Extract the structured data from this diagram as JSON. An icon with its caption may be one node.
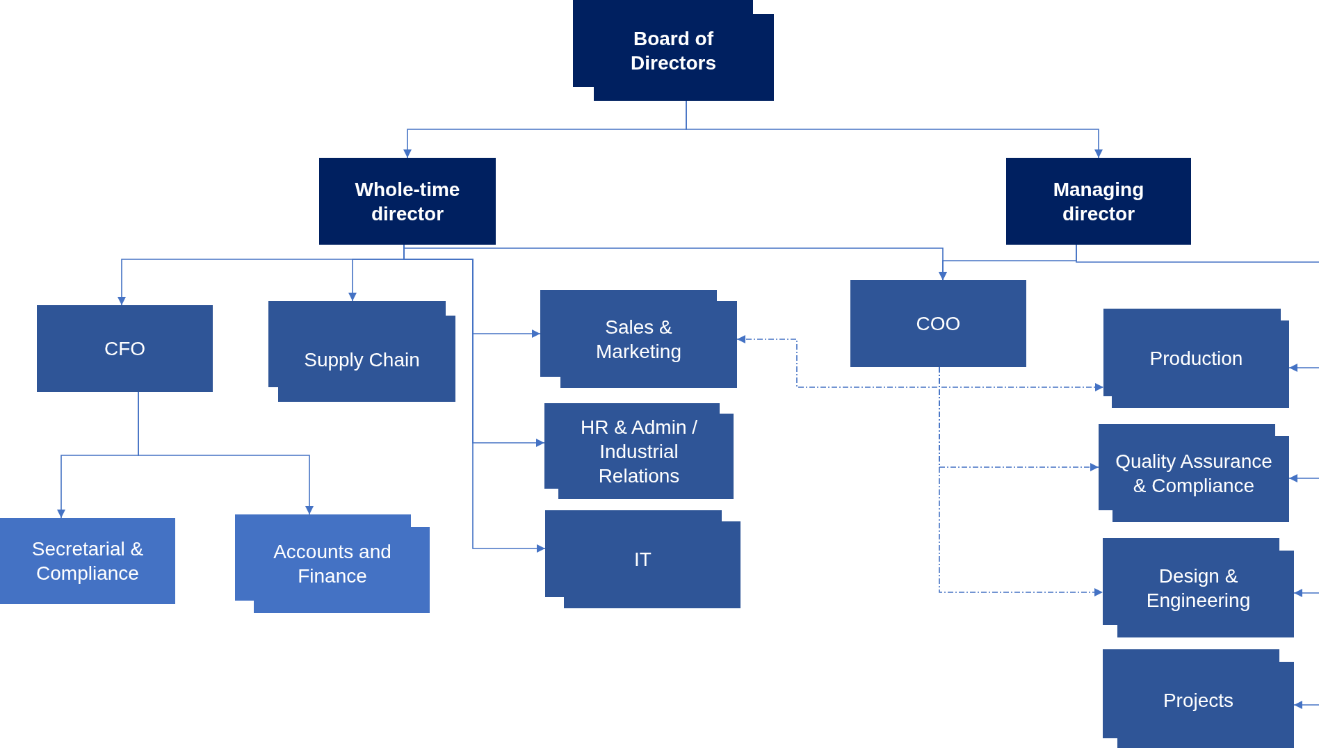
{
  "diagram": {
    "nodes": [
      {
        "text": [
          "Board of Directors"
        ]
      },
      {
        "text": [
          "Whole-time director"
        ]
      },
      {
        "text": [
          "Managing director"
        ]
      },
      {
        "text": [
          "CFO"
        ]
      },
      {
        "text": [
          "Supply Chain"
        ]
      },
      {
        "text": [
          "Sales & Marketing"
        ]
      },
      {
        "text": [
          "HR & Admin / Industrial Relations"
        ]
      },
      {
        "text": [
          "IT"
        ]
      },
      {
        "text": [
          "COO"
        ]
      },
      {
        "text": [
          "Production"
        ]
      },
      {
        "text": [
          "Quality Assurance & Compliance"
        ]
      },
      {
        "text": [
          "Design & Engineering"
        ]
      },
      {
        "text": [
          "Projects"
        ]
      },
      {
        "text": [
          "Secretarial & Compliance"
        ]
      },
      {
        "text": [
          "Accounts and Finance"
        ]
      }
    ],
    "edges": [
      {
        "from": 0,
        "to": 1,
        "arrow": "to"
      },
      {
        "from": 0,
        "to": 2,
        "arrow": "to"
      },
      {
        "from": 1,
        "to": 3,
        "arrow": "to"
      },
      {
        "from": 1,
        "to": 4,
        "arrow": "to"
      },
      {
        "from": 1,
        "to": 5,
        "arrow": "to"
      },
      {
        "from": 1,
        "to": 6,
        "arrow": "to"
      },
      {
        "from": 1,
        "to": 7,
        "arrow": "to"
      },
      {
        "from": 1,
        "to": 8,
        "arrow": "to"
      },
      {
        "from": 2,
        "to": 8,
        "arrow": "to"
      },
      {
        "from": 2,
        "to": null,
        "arrow": "none"
      },
      {
        "from": null,
        "to": 9,
        "arrow": "to"
      },
      {
        "from": null,
        "to": 10,
        "arrow": "to"
      },
      {
        "from": null,
        "to": 11,
        "arrow": "to"
      },
      {
        "from": null,
        "to": 12,
        "arrow": "to"
      },
      {
        "from": 8,
        "to": 5,
        "arrow": "to",
        "style": "dashed"
      },
      {
        "from": 8,
        "to": 9,
        "arrow": "to",
        "style": "dashed"
      },
      {
        "from": 8,
        "to": 10,
        "arrow": "to",
        "style": "dashed"
      },
      {
        "from": 8,
        "to": 11,
        "arrow": "to",
        "style": "dashed"
      },
      {
        "from": 3,
        "to": 13,
        "arrow": "to"
      },
      {
        "from": 3,
        "to": 14,
        "arrow": "to"
      }
    ]
  }
}
